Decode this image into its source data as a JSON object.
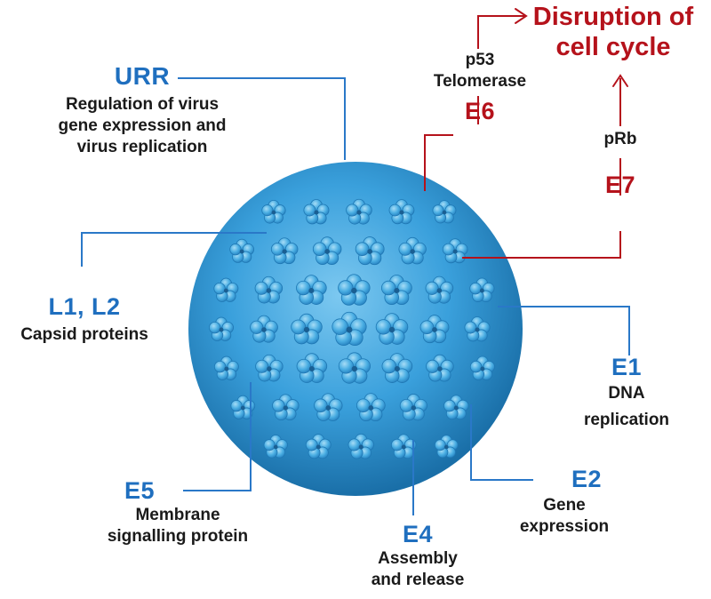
{
  "colors": {
    "blue_label": "#1f6fbf",
    "red_label": "#b5121b",
    "line_blue": "#2a78c8",
    "line_red": "#b5121b",
    "virus": "#3aa0dc"
  },
  "genes": {
    "urr": {
      "name": "URR",
      "desc": [
        "Regulation of virus",
        "gene expression and",
        "virus replication"
      ]
    },
    "l1l2": {
      "name": "L1, L2",
      "desc": [
        "Capsid proteins"
      ]
    },
    "e1": {
      "name": "E1",
      "desc": [
        "DNA",
        "replication"
      ]
    },
    "e2": {
      "name": "E2",
      "desc": [
        "Gene",
        "expression"
      ]
    },
    "e4": {
      "name": "E4",
      "desc": [
        "Assembly",
        "and release"
      ]
    },
    "e5": {
      "name": "E5",
      "desc": [
        "Membrane",
        "signalling protein"
      ]
    },
    "e6": {
      "name": "E6",
      "targets": [
        "p53",
        "Telomerase"
      ]
    },
    "e7": {
      "name": "E7",
      "targets": [
        "pRb"
      ]
    }
  },
  "outcome": [
    "Disruption of",
    "cell cycle"
  ],
  "icons": {
    "virus": "hpv-virion-icon",
    "arrow": "arrow-head-icon"
  }
}
